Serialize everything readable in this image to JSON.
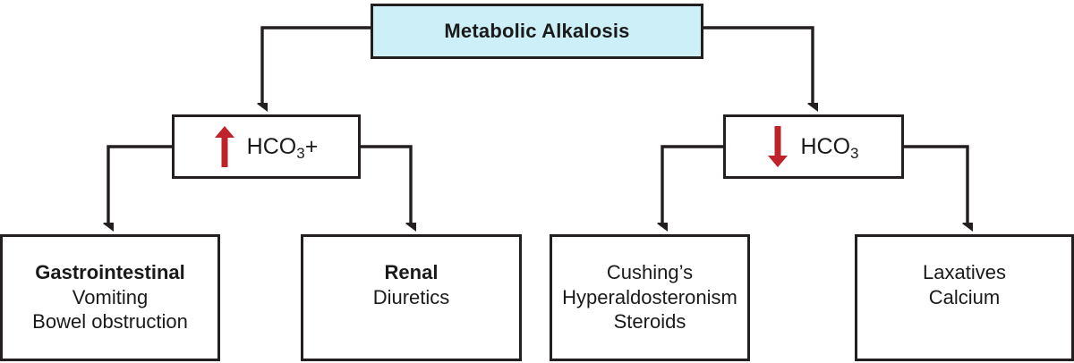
{
  "diagram": {
    "title": "Metabolic Alkalosis",
    "accent_fill": "#cdeff7",
    "stroke": "#231f20",
    "arrow_red": "#bf222b",
    "root": {
      "label": "Metabolic Alkalosis"
    },
    "branches": [
      {
        "id": "increased-bicarbonate",
        "arrow_icon": "arrow-up-icon",
        "arrow_direction": "up",
        "label_prefix": "HCO",
        "label_sub": "3",
        "label_suffix": "+",
        "label_plain": "HCO3+"
      },
      {
        "id": "decreased-bicarbonate",
        "arrow_icon": "arrow-down-icon",
        "arrow_direction": "down",
        "label_prefix": "HCO",
        "label_sub": "3",
        "label_suffix": "",
        "label_plain": "HCO3"
      }
    ],
    "causes": [
      {
        "id": "gastrointestinal",
        "parent": "increased-bicarbonate",
        "lines": [
          {
            "text": "Gastrointestinal",
            "bold": true
          },
          {
            "text": "Vomiting",
            "bold": false
          },
          {
            "text": "Bowel obstruction",
            "bold": false
          }
        ]
      },
      {
        "id": "renal",
        "parent": "increased-bicarbonate",
        "lines": [
          {
            "text": "Renal",
            "bold": true
          },
          {
            "text": "Diuretics",
            "bold": false
          }
        ]
      },
      {
        "id": "endocrine",
        "parent": "decreased-bicarbonate",
        "lines": [
          {
            "text": "Cushing’s",
            "bold": false
          },
          {
            "text": "Hyperaldosteronism",
            "bold": false
          },
          {
            "text": "Steroids",
            "bold": false
          }
        ]
      },
      {
        "id": "other",
        "parent": "decreased-bicarbonate",
        "lines": [
          {
            "text": "Laxatives",
            "bold": false
          },
          {
            "text": "Calcium",
            "bold": false
          }
        ]
      }
    ]
  }
}
